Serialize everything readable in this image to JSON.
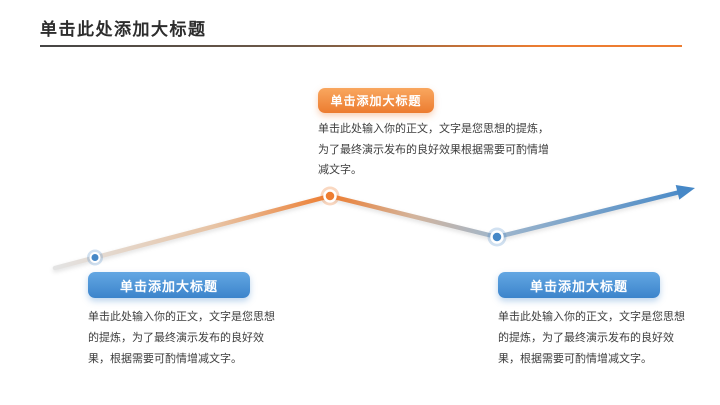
{
  "header": {
    "title": "单击此处添加大标题"
  },
  "milestones": [
    {
      "position": "top",
      "theme": "orange",
      "label": "单击添加大标题",
      "body": "单击此处输入你的正文，文字是您思想的提炼，为了最终演示发布的良好效果根据需要可酌情增减文字。"
    },
    {
      "position": "bottom-left",
      "theme": "blue",
      "label": "单击添加大标题",
      "body": "单击此处输入你的正文，文字是您思想的提炼，为了最终演示发布的良好效果，根据需要可酌情增减文字。"
    },
    {
      "position": "bottom-right",
      "theme": "blue",
      "label": "单击添加大标题",
      "body": "单击此处输入你的正文，文字是您思想的提炼，为了最终演示发布的良好效果，根据需要可酌情增减文字。"
    }
  ],
  "colors": {
    "orange": "#ED7D31",
    "blue": "#4688C7",
    "line_start_gray": "#E3E3E3",
    "text": "#3D3D3D",
    "title": "#2D2D2D"
  }
}
